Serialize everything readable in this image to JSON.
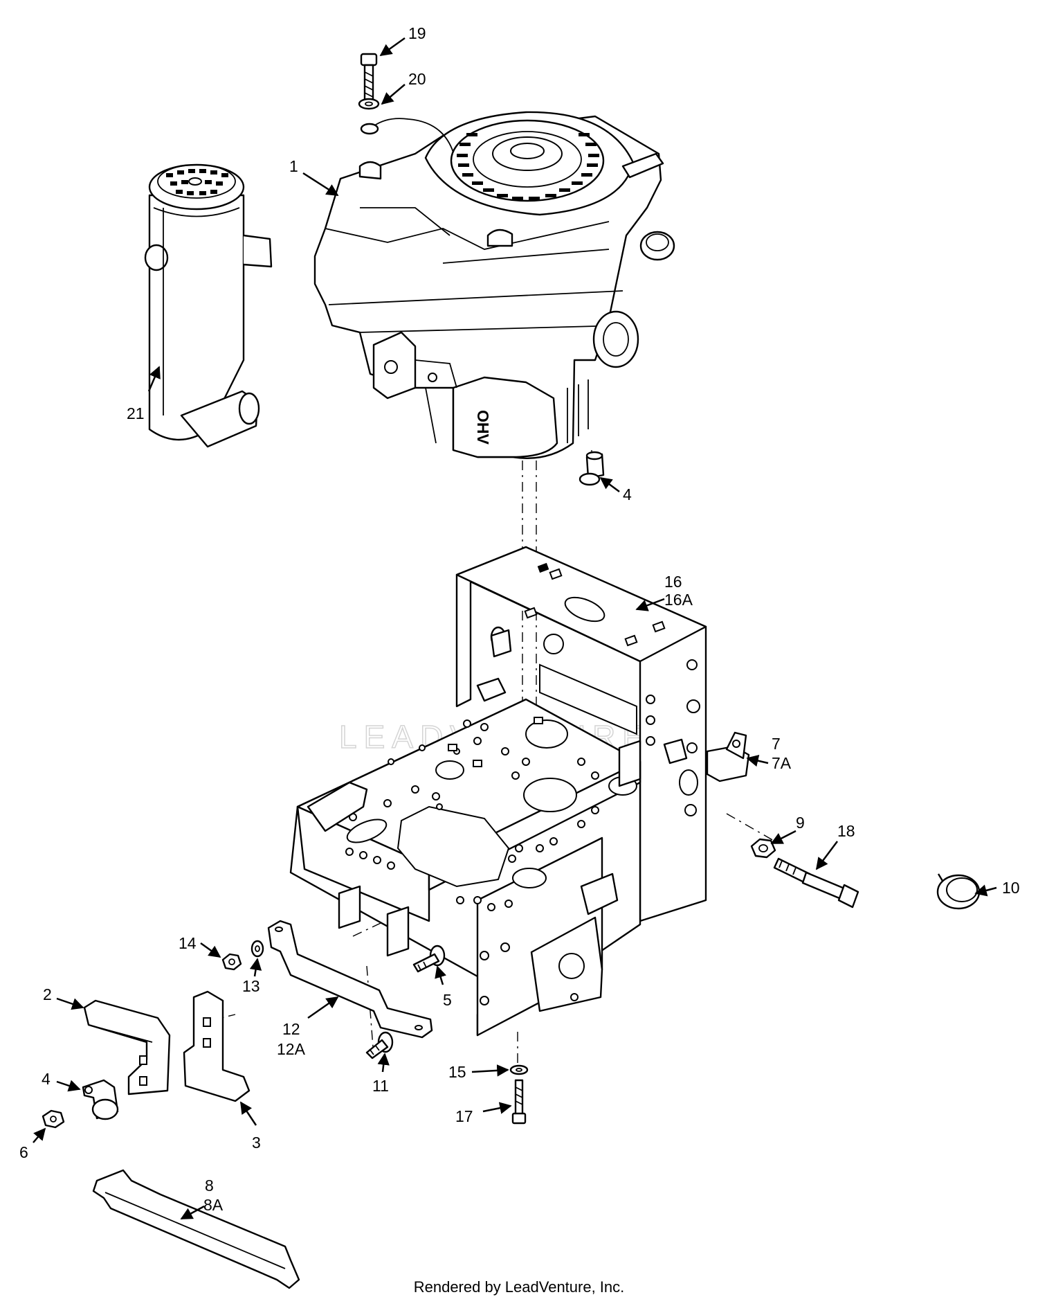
{
  "watermark": "LEADVENTURE",
  "credit": "Rendered by LeadVenture, Inc.",
  "labels": {
    "c1": "1",
    "c2": "2",
    "c3": "3",
    "c4a": "4",
    "c4b": "4",
    "c5": "5",
    "c6": "6",
    "c7": "7",
    "c7a": "7A",
    "c8": "8",
    "c8a": "8A",
    "c9": "9",
    "c10": "10",
    "c11": "11",
    "c12": "12",
    "c12a": "12A",
    "c13": "13",
    "c14": "14",
    "c15": "15",
    "c16": "16",
    "c16a": "16A",
    "c17": "17",
    "c18": "18",
    "c19": "19",
    "c20": "20",
    "c21": "21"
  },
  "engine_badge": "OHV"
}
